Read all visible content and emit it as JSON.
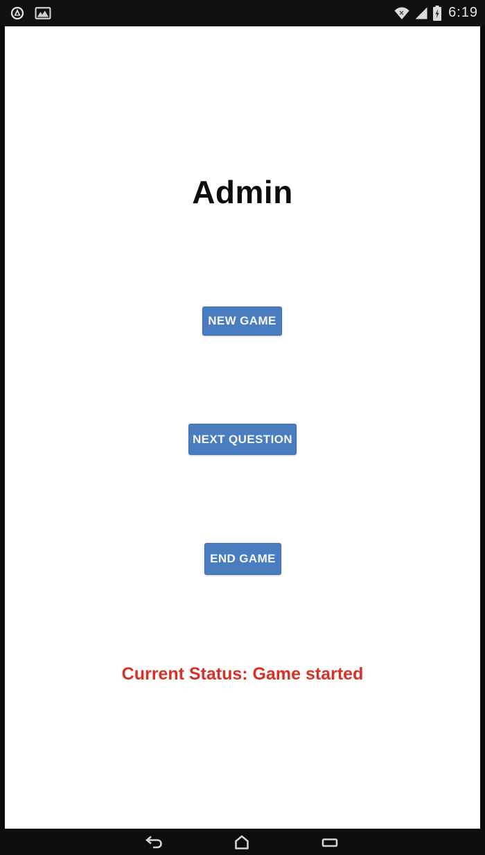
{
  "status_bar": {
    "time": "6:19",
    "icons_left": [
      {
        "name": "app-notification-icon"
      },
      {
        "name": "usage-stats-icon"
      }
    ],
    "icons_right": [
      {
        "name": "wifi-icon"
      },
      {
        "name": "signal-icon"
      },
      {
        "name": "battery-charging-icon"
      }
    ]
  },
  "app": {
    "title": "Admin",
    "buttons": [
      {
        "label": "NEW GAME"
      },
      {
        "label": "NEXT QUESTION"
      },
      {
        "label": "END GAME"
      }
    ],
    "status_text": "Current Status: Game started"
  },
  "nav_bar": {
    "icons": [
      {
        "name": "back-icon"
      },
      {
        "name": "home-icon"
      },
      {
        "name": "recents-icon"
      }
    ]
  },
  "colors": {
    "button_bg": "#4a7dc0",
    "button_border": "#3c6cae",
    "status_text_red": "#d93025",
    "title_black": "#0d0d0d",
    "bar_black": "#0d0d0d"
  }
}
